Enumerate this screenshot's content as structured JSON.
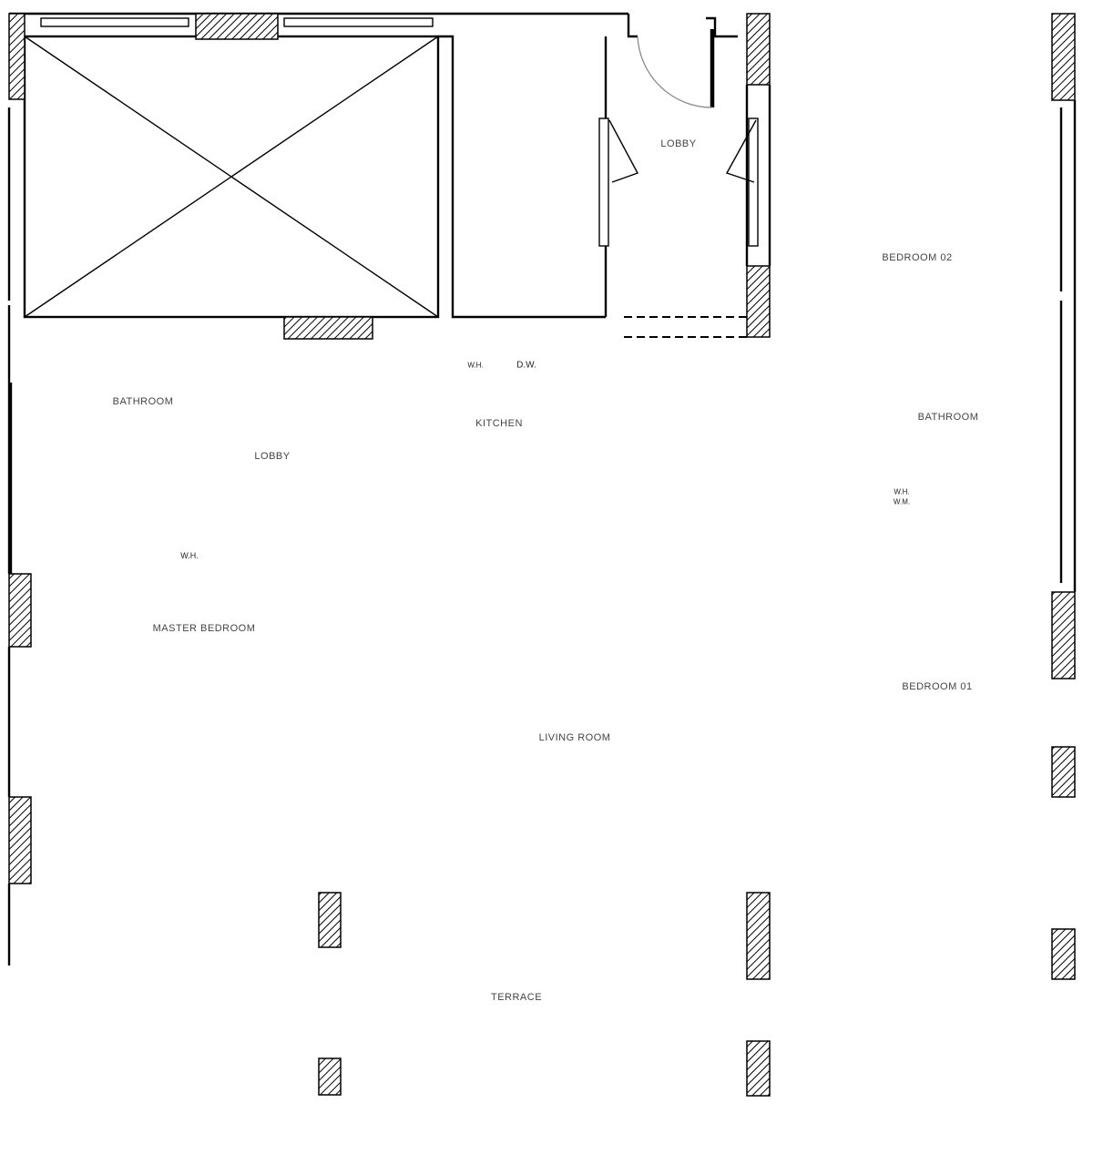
{
  "plan": {
    "type": "apartment floor plan",
    "rooms": {
      "lobby_top": "LOBBY",
      "bedroom_02": "BEDROOM 02",
      "kitchen": "KITCHEN",
      "bathroom_left": "BATHROOM",
      "lobby_left": "LOBBY",
      "bathroom_right": "BATHROOM",
      "master_bedroom": "MASTER BEDROOM",
      "living_room": "LIVING ROOM",
      "bedroom_01": "BEDROOM 01",
      "terrace": "TERRACE"
    },
    "fixtures": {
      "dishwasher": "D.W.",
      "water_heater_kitchen": "W.H.",
      "water_heater_left": "W.H.",
      "water_heater_right": "W.H.",
      "washing_machine_right": "W.M."
    },
    "colors": {
      "wall": "#000000",
      "furniture": "#8a8a8a",
      "hatch": "#000000",
      "background": "#ffffff"
    }
  }
}
